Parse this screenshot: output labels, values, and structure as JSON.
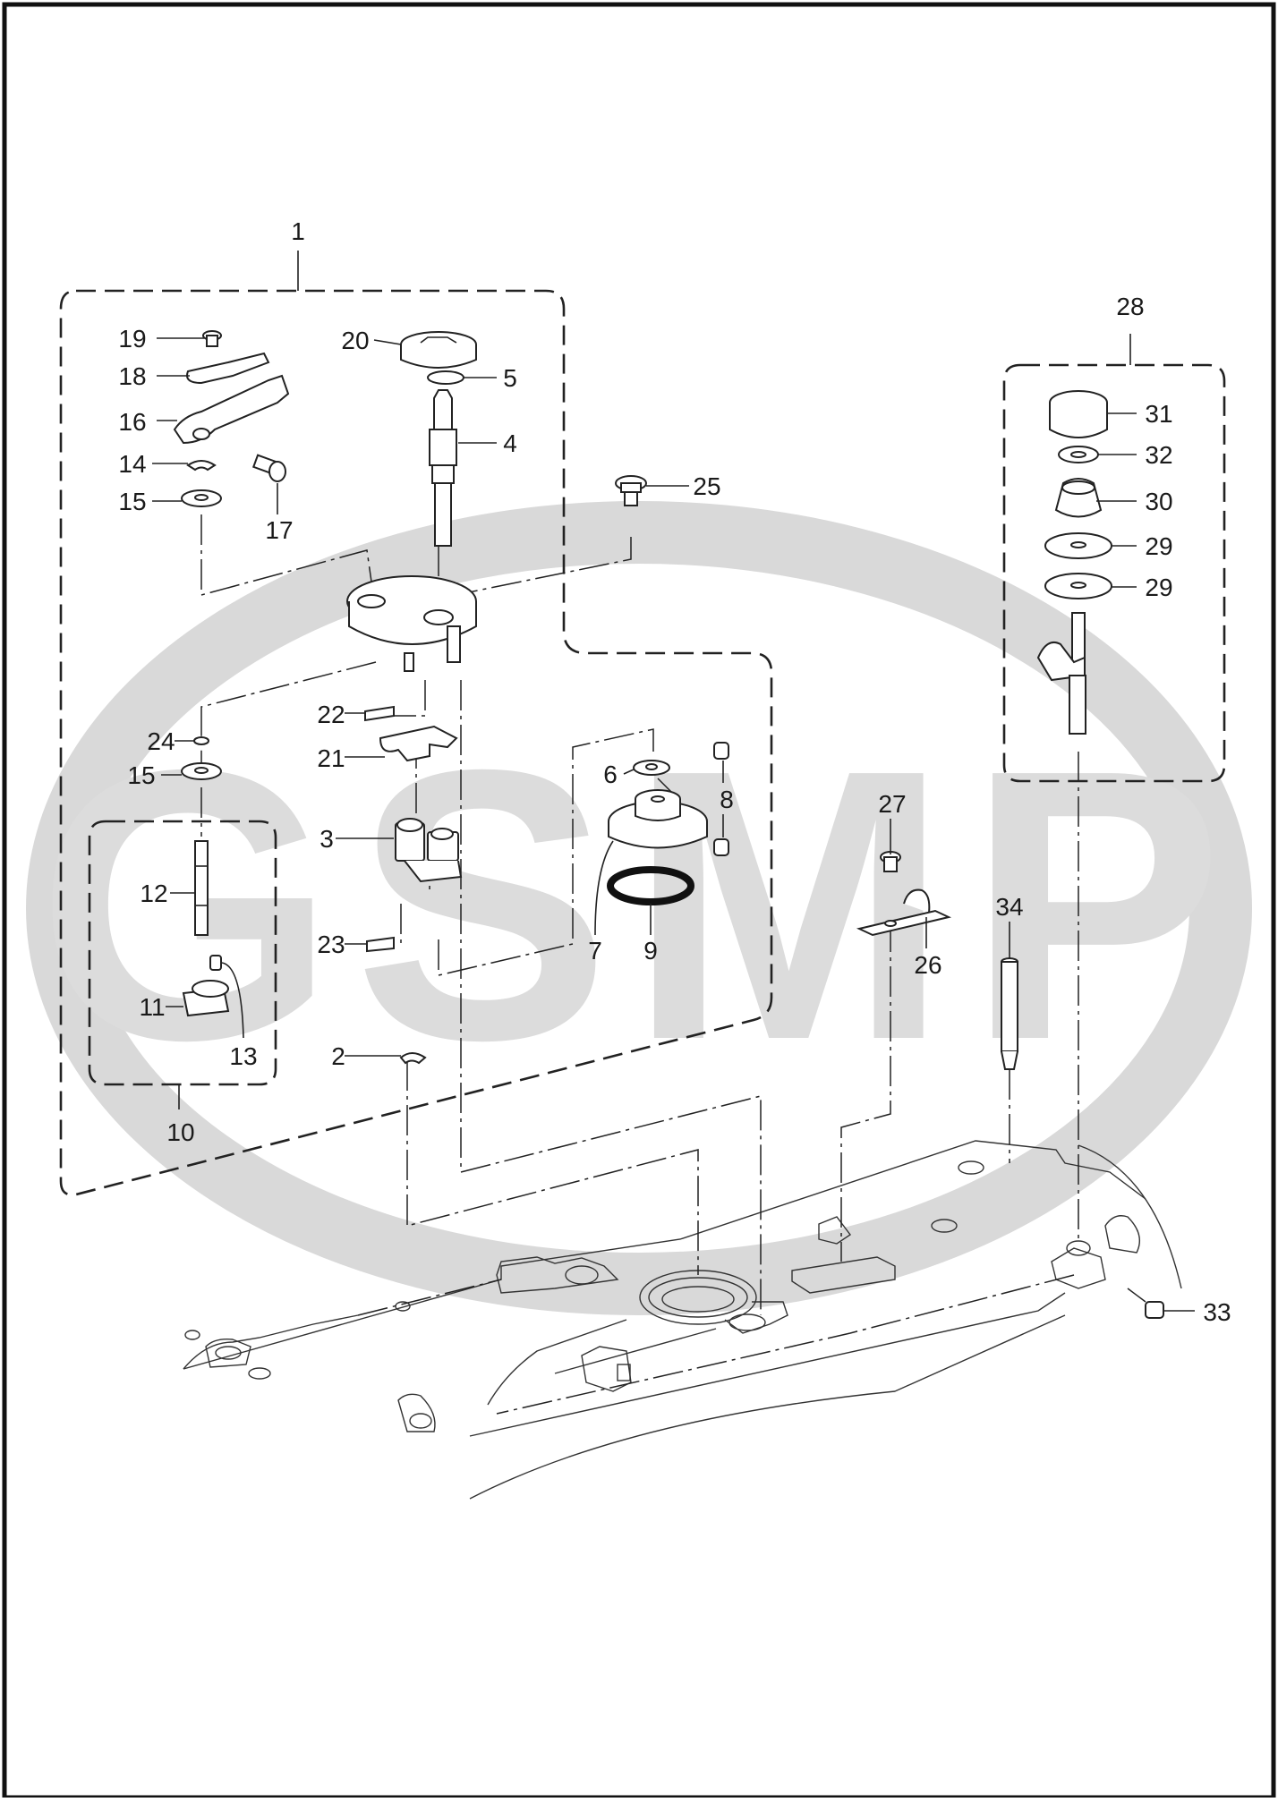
{
  "watermark": {
    "text": "GSMP",
    "color": "#d6d6d6"
  },
  "colors": {
    "line": "#222222",
    "background": "#ffffff"
  },
  "labels": {
    "l1": "1",
    "l2": "2",
    "l3": "3",
    "l4": "4",
    "l5": "5",
    "l6": "6",
    "l7": "7",
    "l8": "8",
    "l9": "9",
    "l10": "10",
    "l11": "11",
    "l12": "12",
    "l13": "13",
    "l14": "14",
    "l15a": "15",
    "l15b": "15",
    "l16": "16",
    "l17": "17",
    "l18": "18",
    "l19": "19",
    "l20": "20",
    "l21": "21",
    "l22": "22",
    "l23": "23",
    "l24": "24",
    "l25": "25",
    "l26": "26",
    "l27": "27",
    "l28": "28",
    "l29a": "29",
    "l29b": "29",
    "l30": "30",
    "l31": "31",
    "l32": "32",
    "l33": "33",
    "l34": "34"
  }
}
